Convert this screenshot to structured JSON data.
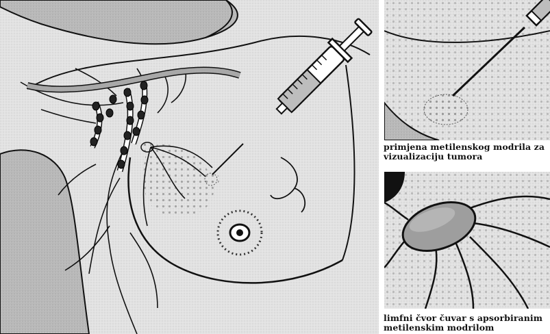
{
  "captions": {
    "injection": {
      "line1": "primjena metilenskog modrila za",
      "line2": "vizualizaciju tumora"
    },
    "node": {
      "line1": "limfni čvor čuvar s apsorbiranim",
      "line2": "metilenskim modrilom"
    }
  },
  "colors": {
    "ink": "#111111",
    "shade": "#bdbdbd",
    "light_shade": "#d6d6d6",
    "dot": "#9a9a9a",
    "paper": "#ffffff"
  },
  "icons": {
    "syringe": "syringe-icon",
    "needle": "needle-icon",
    "lymph_node": "lymph-node-icon",
    "nipple": "nipple-icon"
  }
}
